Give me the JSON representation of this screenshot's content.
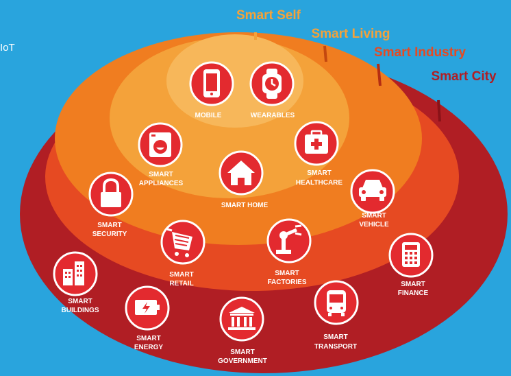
{
  "corner_text": "IoT",
  "colors": {
    "background": "#29a4dd",
    "smart_city": "#b01e24",
    "smart_industry": "#e64a22",
    "smart_living": "#f07d20",
    "smart_self": "#f4a23a",
    "icon_circle": "#e32a2f",
    "icon_border": "#ffffff"
  },
  "rings": {
    "smart_self": "Smart Self",
    "smart_living": "Smart Living",
    "smart_industry": "Smart Industry",
    "smart_city": "Smart City"
  },
  "items": {
    "mobile": {
      "label": [
        "MOBILE"
      ],
      "icon": "mobile-phone-icon"
    },
    "wearables": {
      "label": [
        "WEARABLES"
      ],
      "icon": "smartwatch-icon"
    },
    "appliances": {
      "label": [
        "SMART",
        "APPLIANCES"
      ],
      "icon": "washing-machine-icon"
    },
    "home": {
      "label": [
        "SMART HOME"
      ],
      "icon": "house-icon"
    },
    "healthcare": {
      "label": [
        "SMART",
        "HEALTHCARE"
      ],
      "icon": "first-aid-kit-icon"
    },
    "security": {
      "label": [
        "SMART",
        "SECURITY"
      ],
      "icon": "padlock-icon"
    },
    "retail": {
      "label": [
        "SMART",
        "RETAIL"
      ],
      "icon": "shopping-cart-icon"
    },
    "factories": {
      "label": [
        "SMART",
        "FACTORIES"
      ],
      "icon": "robot-arm-icon"
    },
    "vehicle": {
      "label": [
        "SMART",
        "VEHICLE"
      ],
      "icon": "car-icon"
    },
    "buildings": {
      "label": [
        "SMART",
        "BUILDINGS"
      ],
      "icon": "buildings-icon"
    },
    "energy": {
      "label": [
        "SMART",
        "ENERGY"
      ],
      "icon": "battery-icon"
    },
    "government": {
      "label": [
        "SMART",
        "GOVERNMENT"
      ],
      "icon": "government-building-icon"
    },
    "transport": {
      "label": [
        "SMART",
        "TRANSPORT"
      ],
      "icon": "bus-icon"
    },
    "finance": {
      "label": [
        "SMART",
        "FINANCE"
      ],
      "icon": "calculator-icon"
    }
  }
}
